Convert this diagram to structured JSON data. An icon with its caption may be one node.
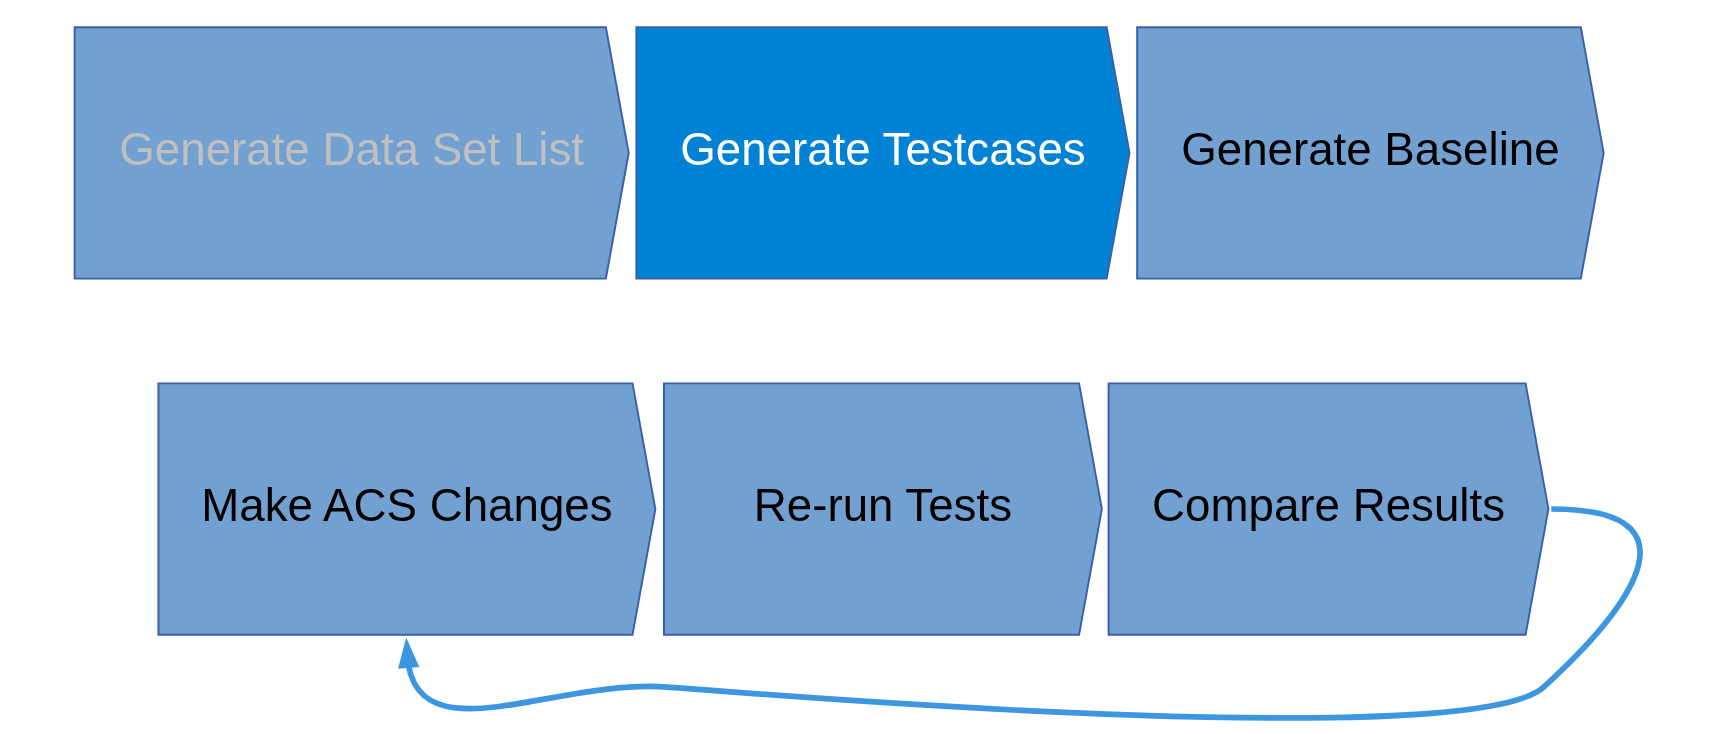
{
  "diagram": {
    "nodes": [
      {
        "text": [
          "Generate Data Set List"
        ]
      },
      {
        "text": [
          "Generate Testcases"
        ]
      },
      {
        "text": [
          "Generate Baseline"
        ]
      },
      {
        "text": [
          "Make ACS Changes"
        ]
      },
      {
        "text": [
          "Re-run Tests"
        ]
      },
      {
        "text": [
          "Compare Results"
        ]
      }
    ],
    "edges": [
      {
        "from": 5,
        "to": 3,
        "arrow": "to"
      }
    ]
  }
}
